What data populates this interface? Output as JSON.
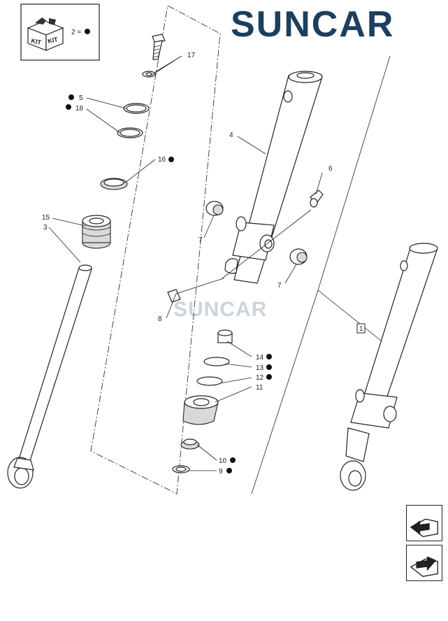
{
  "brand": {
    "name": "SUNCAR",
    "watermark": "SUNCAR",
    "color": "#1d3f5e",
    "accent": "#11a7d4"
  },
  "kit_box": {
    "icon": "kit-box-icon",
    "kit_text_1": "KIT",
    "kit_text_2": "KIT",
    "legend": "2 ="
  },
  "callouts": {
    "c1": "1",
    "c3": "3",
    "c4": "4",
    "c5": "5",
    "c6": "6",
    "c7a": "7",
    "c7b": "7",
    "c8": "8",
    "c9": "9",
    "c10": "10",
    "c11": "11",
    "c12": "12",
    "c13": "13",
    "c14": "14",
    "c15": "15",
    "c16": "16",
    "c17": "17",
    "c18": "18"
  },
  "kit_marker": "filled-circle",
  "nav": {
    "prev_icon": "arrow-left-icon",
    "next_icon": "arrow-right-icon"
  }
}
